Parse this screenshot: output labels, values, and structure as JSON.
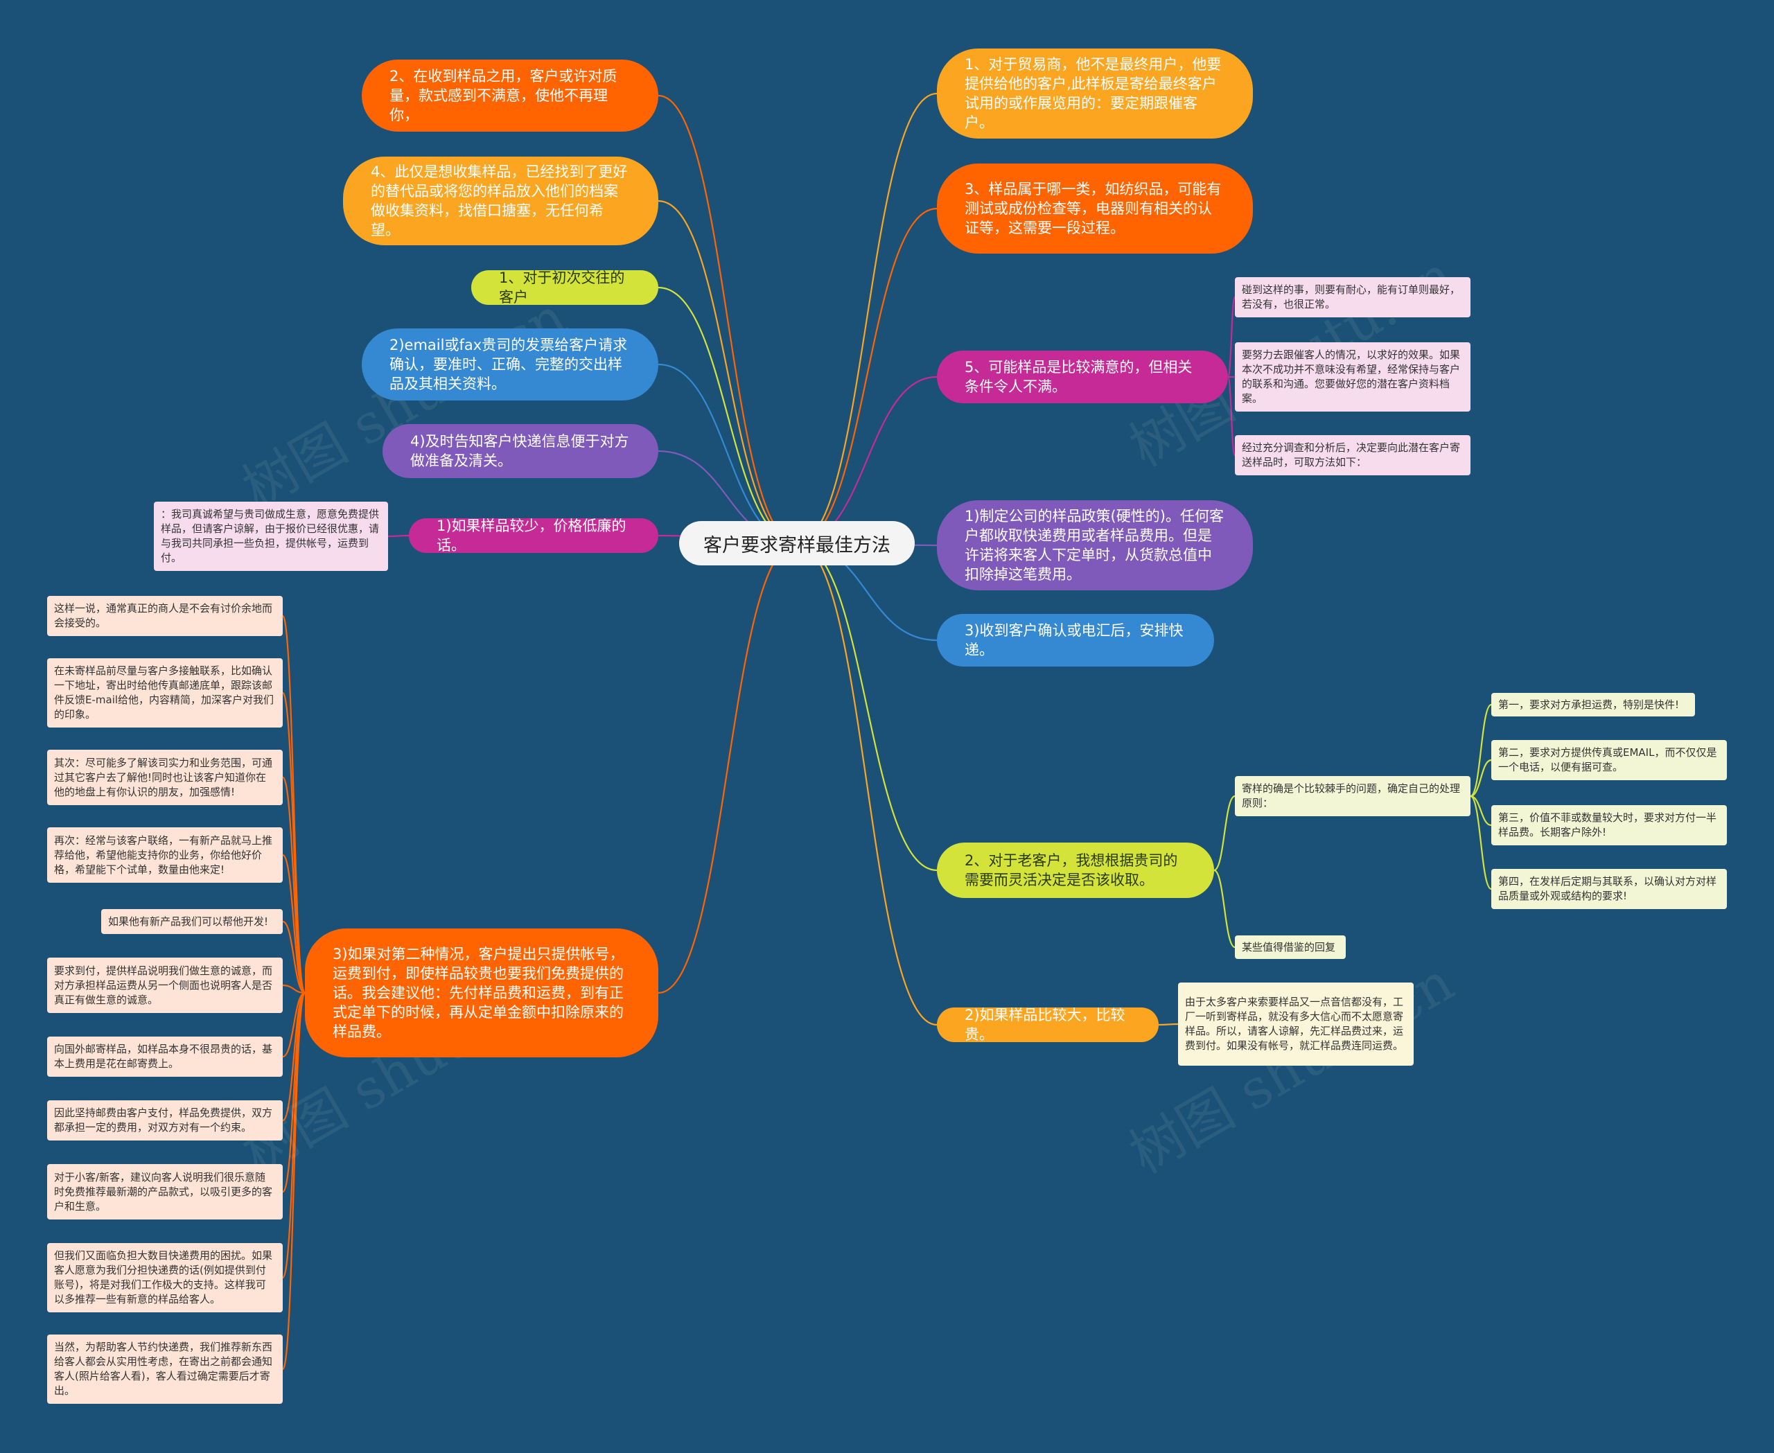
{
  "root": "客户要求寄样最佳方法",
  "colors": {
    "background": "#1b5176",
    "orange": "#ff6400",
    "amber": "#fba521",
    "lime": "#d4e33a",
    "blue": "#3589d2",
    "purple": "#7f5aba",
    "magenta": "#c52a96"
  },
  "watermarks": [
    "树图 shutu.cn",
    "树图 shutu.cn",
    "树图 shutu.cn",
    "树图 shutu.cn"
  ],
  "left": {
    "n2": "2、在收到样品之用，客户或许对质量，款式感到不满意，使他不再理你，",
    "n4": "4、此仅是想收集样品，已经找到了更好的替代品或将您的样品放入他们的档案做收集资料，找借口搪塞，无任何希望。",
    "first": "1、对于初次交往的客户",
    "email": "2)email或fax贵司的发票给客户请求确认，要准时、正确、完整的交出样品及其相关资料。",
    "notify": "4)及时告知客户快递信息便于对方做准备及清关。",
    "cheap": "1)如果样品较少，价格低廉的话。",
    "cheap_note": "：我司真诚希望与贵司做成生意，愿意免费提供样品，但请客户谅解，由于报价已经很优惠，请与我司共同承担一些负担，提供帐号，运费到付。",
    "case3": "3)如果对第二种情况，客户提出只提供帐号，运费到付，即使样品较贵也要我们免费提供的话。我会建议他：先付样品费和运费，到有正式定单下的时候，再从定单金额中扣除原来的样品费。",
    "notes": [
      "这样一说，通常真正的商人是不会有讨价余地而会接受的。",
      "在未寄样品前尽量与客户多接触联系，比如确认一下地址，寄出时给他传真邮递底单，跟踪该邮件反馈E-mail给他，内容精简，加深客户对我们的印象。",
      "其次：尽可能多了解该司实力和业务范围，可通过其它客户去了解他!同时也让该客户知道你在他的地盘上有你认识的朋友，加强感情!",
      "再次：经常与该客户联络，一有新产品就马上推荐给他，希望他能支持你的业务，你给他好价格，希望能下个试单，数量由他来定!",
      "如果他有新产品我们可以帮他开发!",
      "要求到付，提供样品说明我们做生意的诚意，而对方承担样品运费从另一个侧面也说明客人是否真正有做生意的诚意。",
      "向国外邮寄样品，如样品本身不很昂贵的话，基本上费用是花在邮寄费上。",
      "因此坚持邮费由客户支付，样品免费提供，双方都承担一定的费用，对双方对有一个约束。",
      "对于小客/新客，建议向客人说明我们很乐意随时免费推荐最新潮的产品款式，以吸引更多的客户和生意。",
      "但我们又面临负担大数目快递费用的困扰。如果客人愿意为我们分担快递费的话(例如提供到付账号)，将是对我们工作极大的支持。这样我可以多推荐一些有新意的样品给客人。",
      "当然，为帮助客人节约快递费，我们推荐新东西给客人都会从实用性考虑，在寄出之前都会通知客人(照片给客人看)，客人看过确定需要后才寄出。"
    ]
  },
  "right": {
    "n1": "1、对于贸易商，他不是最终用户，他要提供给他的客户,此样板是寄给最终客户试用的或作展览用的：要定期跟催客户。",
    "n3": "3、样品属于哪一类，如纺织品，可能有测试或成份检查等，电器则有相关的认证等，这需要一段过程。",
    "n5": "5、可能样品是比较满意的，但相关条件令人不满。",
    "n5_notes": [
      "碰到这样的事，则要有耐心，能有订单则最好，若没有，也很正常。",
      "要努力去跟催客人的情况，以求好的效果。如果本次不成功并不意味没有希望，经常保持与客户的联系和沟通。您要做好您的潜在客户资料档案。",
      "经过充分调查和分析后，决定要向此潜在客户寄送样品时，可取方法如下："
    ],
    "policy": "1)制定公司的样品政策(硬性的)。任何客户都收取快递费用或者样品费用。但是许诺将来客人下定单时，从货款总值中扣除掉这笔费用。",
    "confirm": "3)收到客户确认或电汇后，安排快递。",
    "old": "2、对于老客户，我想根据贵司的需要而灵活决定是否该收取。",
    "principle": "寄样的确是个比较棘手的问题，确定自己的处理原则：",
    "principles": [
      "第一，要求对方承担运费，特别是快件!",
      "第二，要求对方提供传真或EMAIL，而不仅仅是一个电话，以便有据可查。",
      "第三，价值不菲或数量较大时，要求对方付一半样品费。长期客户除外!",
      "第四，在发样后定期与其联系，以确认对方对样品质量或外观或结构的要求!"
    ],
    "reply": "某些值得借鉴的回复",
    "expensive": "2)如果样品比较大，比较贵。",
    "expensive_note": "由于太多客户来索要样品又一点音信都没有，工厂一听到寄样品，就没有多大信心而不太愿意寄样品。所以，请客人谅解，先汇样品费过来，运费到付。如果没有帐号，就汇样品费连同运费。"
  }
}
